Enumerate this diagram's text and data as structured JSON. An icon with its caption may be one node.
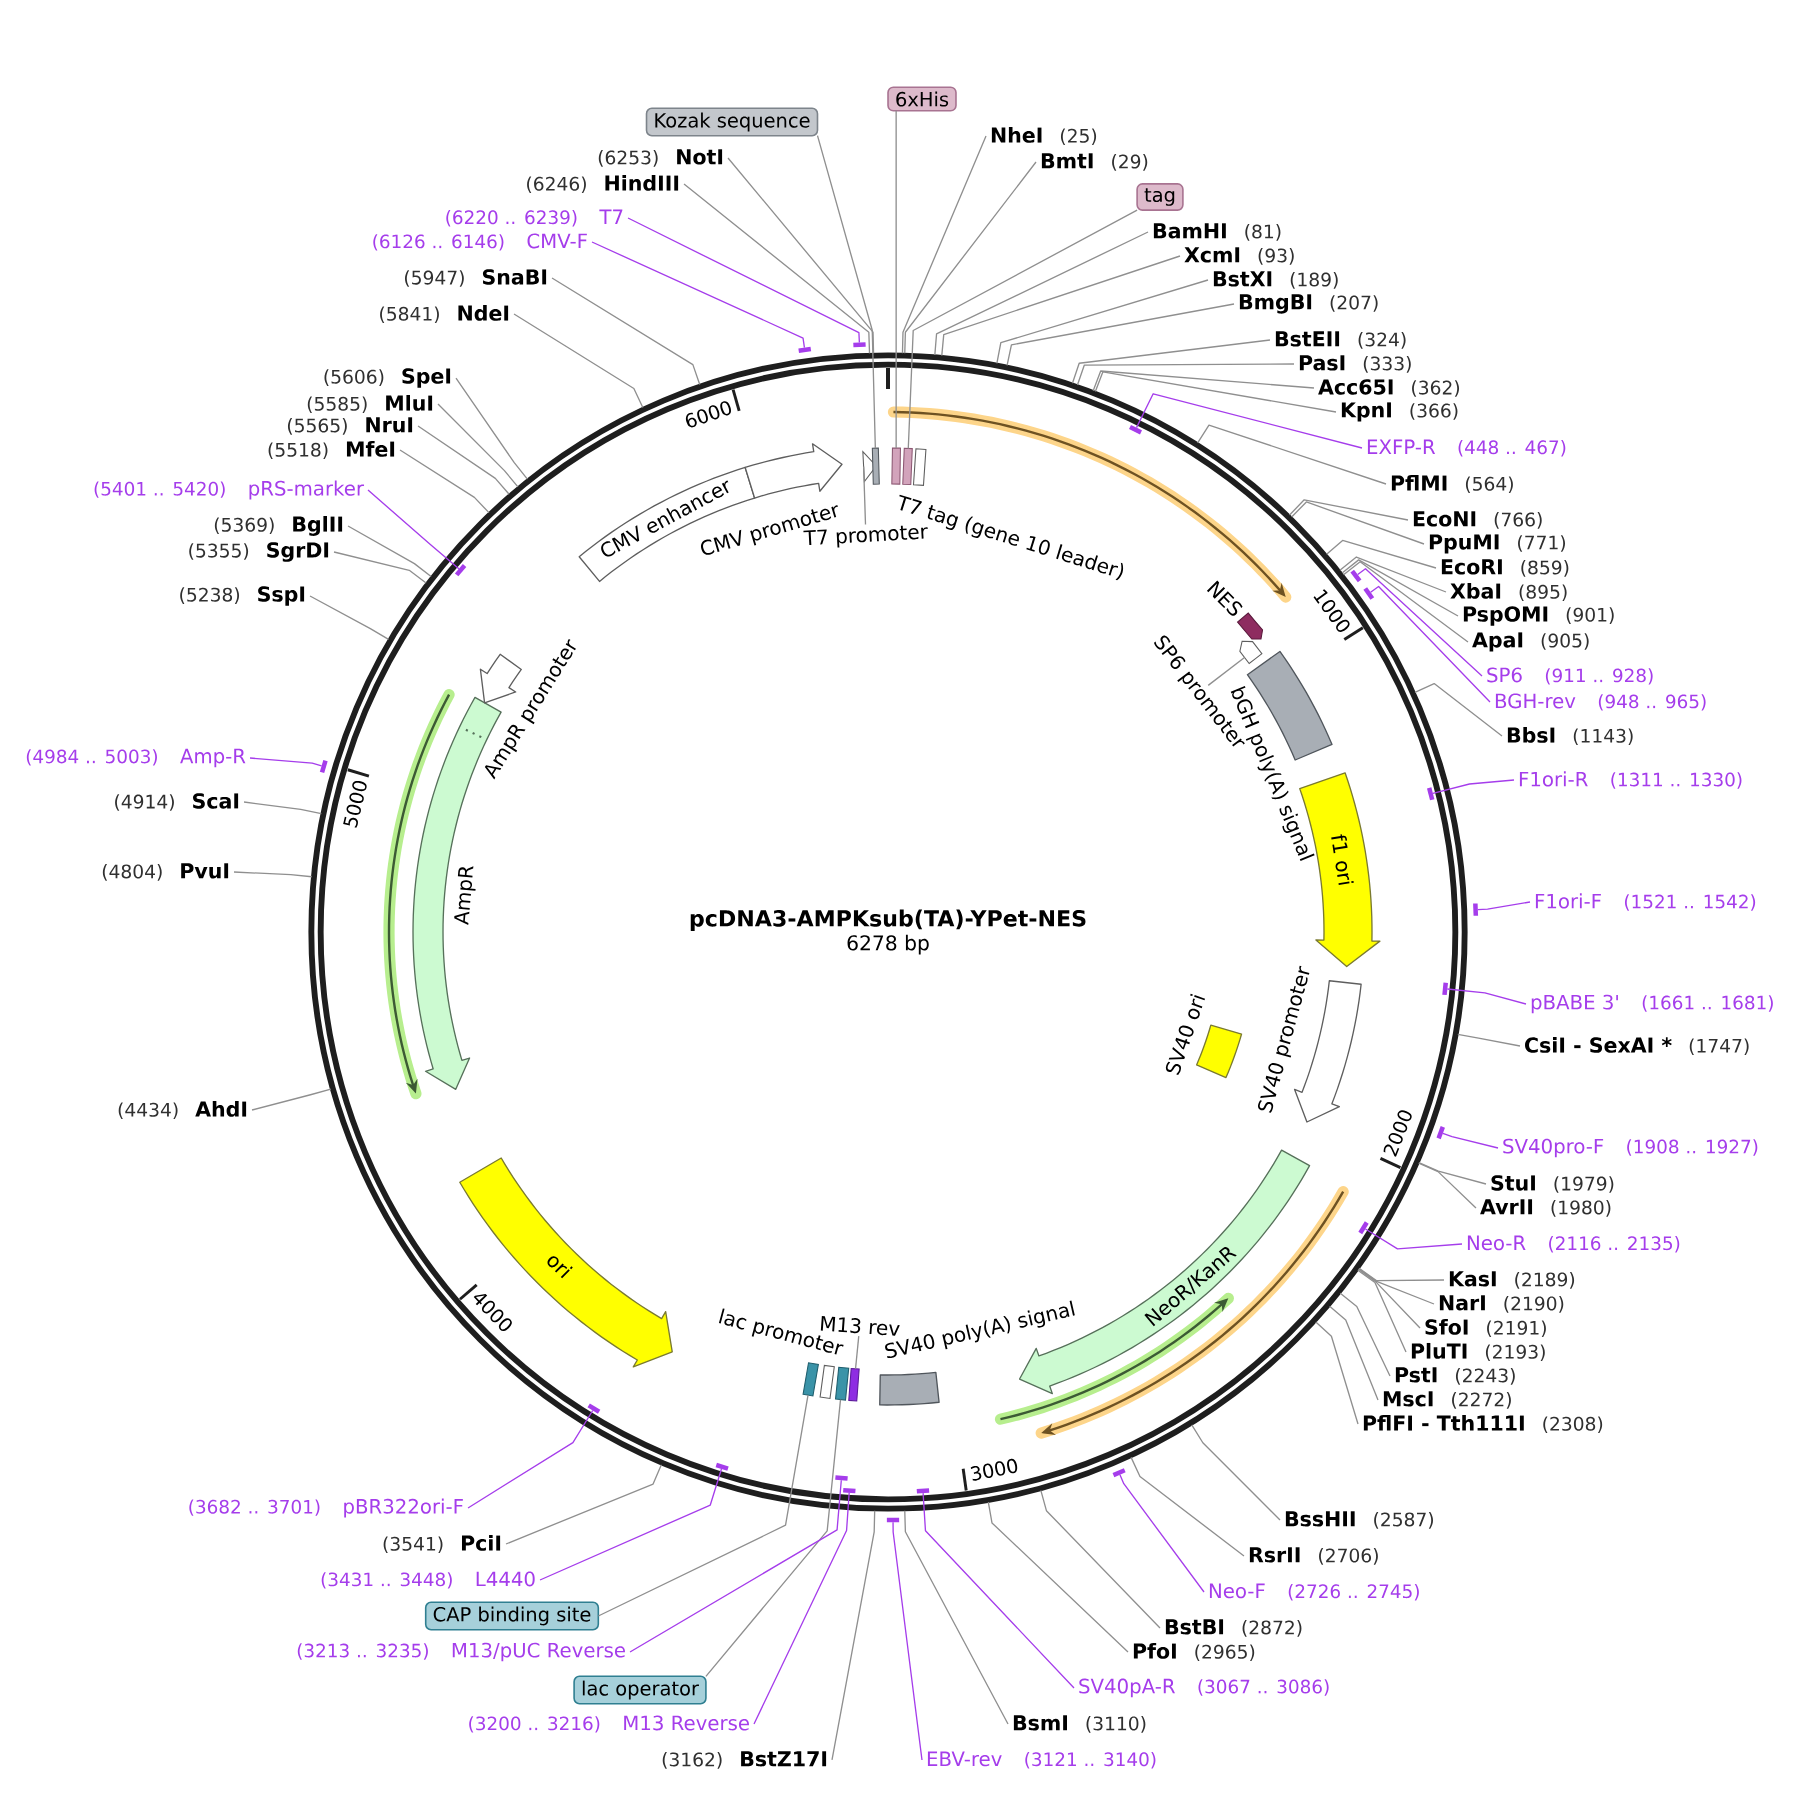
{
  "diagram": {
    "nodes": [
      {
        "text": [
          "pcDNA3-AMPKsub(TA)-YPet-NES",
          "6278 bp"
        ]
      },
      {
        "text": [
          "CMV enhancer"
        ],
        "in": 0
      },
      {
        "text": [
          "CMV promoter"
        ],
        "in": 0
      },
      {
        "text": [],
        "shape": "arrow",
        "in": 0
      },
      {
        "text": [],
        "shape": "box",
        "in": 0
      },
      {
        "text": [],
        "shape": "box",
        "in": 0
      },
      {
        "text": [],
        "shape": "box",
        "in": 0
      },
      {
        "text": [],
        "shape": "box",
        "beside": [
          "T7 tag (gene 10 leader)"
        ],
        "in": 0
      },
      {
        "text": [],
        "shape": "arrow",
        "beside": [
          "NES"
        ],
        "in": 0
      },
      {
        "text": [],
        "shape": "arrow",
        "in": 0
      },
      {
        "text": [
          "bGH poly(A) signal"
        ],
        "in": 0
      },
      {
        "text": [
          "f1 ori"
        ],
        "in": 0
      },
      {
        "text": [
          "SV40 promoter"
        ],
        "in": 0
      },
      {
        "text": [
          "SV40 ori"
        ],
        "in": 0
      },
      {
        "text": [
          "NeoR/KanR"
        ],
        "in": 0
      },
      {
        "text": [
          "SV40 poly(A) signal"
        ],
        "in": 0
      },
      {
        "text": [],
        "shape": "box",
        "in": 0
      },
      {
        "text": [],
        "shape": "box",
        "in": 0
      },
      {
        "text": [],
        "shape": "box",
        "beside": [
          "lac promoter"
        ],
        "in": 0
      },
      {
        "text": [],
        "shape": "box",
        "in": 0
      },
      {
        "text": [
          "ori"
        ],
        "in": 0
      },
      {
        "text": [
          "AmpR"
        ],
        "in": 0
      },
      {
        "text": [
          "AmpR promoter"
        ],
        "in": 0
      },
      {
        "text": [
          "T7 promoter"
        ],
        "in": 0
      },
      {
        "text": [
          "SP6 promoter"
        ],
        "in": 0
      },
      {
        "text": [
          "M13 rev"
        ],
        "in": 0
      },
      {
        "text": [
          "6xHis"
        ]
      },
      {
        "text": [
          "NheI",
          "(25)"
        ]
      },
      {
        "text": [
          "BmtI",
          "(29)"
        ]
      },
      {
        "text": [
          "tag"
        ]
      },
      {
        "text": [
          "BamHI",
          "(81)"
        ]
      },
      {
        "text": [
          "XcmI",
          "(93)"
        ]
      },
      {
        "text": [
          "BstXI",
          "(189)"
        ]
      },
      {
        "text": [
          "BmgBI",
          "(207)"
        ]
      },
      {
        "text": [
          "BstEII",
          "(324)"
        ]
      },
      {
        "text": [
          "PasI",
          "(333)"
        ]
      },
      {
        "text": [
          "Acc65I",
          "(362)"
        ]
      },
      {
        "text": [
          "KpnI",
          "(366)"
        ]
      },
      {
        "text": [
          "EXFP-R",
          "(448 .. 467)"
        ]
      },
      {
        "text": [
          "PflMI",
          "(564)"
        ]
      },
      {
        "text": [
          "EcoNI",
          "(766)"
        ]
      },
      {
        "text": [
          "PpuMI",
          "(771)"
        ]
      },
      {
        "text": [
          "EcoRI",
          "(859)"
        ]
      },
      {
        "text": [
          "XbaI",
          "(895)"
        ]
      },
      {
        "text": [
          "PspOMI",
          "(901)"
        ]
      },
      {
        "text": [
          "ApaI",
          "(905)"
        ]
      },
      {
        "text": [
          "SP6",
          "(911 .. 928)"
        ]
      },
      {
        "text": [
          "BGH-rev",
          "(948 .. 965)"
        ]
      },
      {
        "text": [
          "BbsI",
          "(1143)"
        ]
      },
      {
        "text": [
          "F1ori-R",
          "(1311 .. 1330)"
        ]
      },
      {
        "text": [
          "F1ori-F",
          "(1521 .. 1542)"
        ]
      },
      {
        "text": [
          "pBABE 3'",
          "(1661 .. 1681)"
        ]
      },
      {
        "text": [
          "CsiI - SexAI *",
          "(1747)"
        ]
      },
      {
        "text": [
          "SV40pro-F",
          "(1908 .. 1927)"
        ]
      },
      {
        "text": [
          "StuI",
          "(1979)"
        ]
      },
      {
        "text": [
          "AvrII",
          "(1980)"
        ]
      },
      {
        "text": [
          "Neo-R",
          "(2116 .. 2135)"
        ]
      },
      {
        "text": [
          "KasI",
          "(2189)"
        ]
      },
      {
        "text": [
          "NarI",
          "(2190)"
        ]
      },
      {
        "text": [
          "SfoI",
          "(2191)"
        ]
      },
      {
        "text": [
          "PluTI",
          "(2193)"
        ]
      },
      {
        "text": [
          "PstI",
          "(2243)"
        ]
      },
      {
        "text": [
          "MscI",
          "(2272)"
        ]
      },
      {
        "text": [
          "PflFI - Tth111I",
          "(2308)"
        ]
      },
      {
        "text": [
          "BssHII",
          "(2587)"
        ]
      },
      {
        "text": [
          "RsrII",
          "(2706)"
        ]
      },
      {
        "text": [
          "Neo-F",
          "(2726 .. 2745)"
        ]
      },
      {
        "text": [
          "BstBI",
          "(2872)"
        ]
      },
      {
        "text": [
          "PfoI",
          "(2965)"
        ]
      },
      {
        "text": [
          "SV40pA-R",
          "(3067 .. 3086)"
        ]
      },
      {
        "text": [
          "BsmI",
          "(3110)"
        ]
      },
      {
        "text": [
          "EBV-rev",
          "(3121 .. 3140)"
        ]
      },
      {
        "text": [
          "(3162)",
          "BstZ17I"
        ]
      },
      {
        "text": [
          "(3200 .. 3216)",
          "M13 Reverse"
        ]
      },
      {
        "text": [
          "lac operator"
        ]
      },
      {
        "text": [
          "(3213 .. 3235)",
          "M13/pUC Reverse"
        ]
      },
      {
        "text": [
          "CAP binding site"
        ]
      },
      {
        "text": [
          "(3431 .. 3448)",
          "L4440"
        ]
      },
      {
        "text": [
          "(3541)",
          "PciI"
        ]
      },
      {
        "text": [
          "(3682 .. 3701)",
          "pBR322ori-F"
        ]
      },
      {
        "text": [
          "(4434)",
          "AhdI"
        ]
      },
      {
        "text": [
          "(4804)",
          "PvuI"
        ]
      },
      {
        "text": [
          "(4914)",
          "ScaI"
        ]
      },
      {
        "text": [
          "(4984 .. 5003)",
          "Amp-R"
        ]
      },
      {
        "text": [
          "(5238)",
          "SspI"
        ]
      },
      {
        "text": [
          "(5355)",
          "SgrDI"
        ]
      },
      {
        "text": [
          "(5369)",
          "BglII"
        ]
      },
      {
        "text": [
          "(5401 .. 5420)",
          "pRS-marker"
        ]
      },
      {
        "text": [
          "(5518)",
          "MfeI"
        ]
      },
      {
        "text": [
          "(5565)",
          "NruI"
        ]
      },
      {
        "text": [
          "(5585)",
          "MluI"
        ]
      },
      {
        "text": [
          "(5606)",
          "SpeI"
        ]
      },
      {
        "text": [
          "(5841)",
          "NdeI"
        ]
      },
      {
        "text": [
          "(5947)",
          "SnaBI"
        ]
      },
      {
        "text": [
          "(6126 .. 6146)",
          "CMV-F"
        ]
      },
      {
        "text": [
          "(6220 .. 6239)",
          "T7"
        ]
      },
      {
        "text": [
          "(6246)",
          "HindIII"
        ]
      },
      {
        "text": [
          "(6253)",
          "NotI"
        ]
      },
      {
        "text": [
          "Kozak sequence"
        ]
      },
      {
        "text": [],
        "shape": "bar",
        "in": 0
      },
      {
        "text": [],
        "shape": "bar"
      },
      {
        "text": [],
        "shape": "bar"
      },
      {
        "text": [],
        "shape": "bar",
        "in": 0
      },
      {
        "text": [],
        "shape": "bar"
      },
      {
        "text": [],
        "shape": "bar",
        "in": 0
      },
      {
        "text": [],
        "shape": "bar"
      },
      {
        "text": [],
        "shape": "bar",
        "in": 0
      },
      {
        "text": [],
        "shape": "bar"
      },
      {
        "text": [],
        "shape": "bar",
        "in": 0
      },
      {
        "text": [],
        "shape": "bar"
      },
      {
        "text": [],
        "shape": "bar",
        "in": 0
      },
      {
        "text": [],
        "shape": "bar",
        "in": 0
      },
      {
        "text": [],
        "shape": "bar",
        "in": 0
      },
      {
        "text": [],
        "shape": "bar",
        "in": 0
      },
      {
        "text": [],
        "shape": "bar"
      },
      {
        "text": [],
        "shape": "bar",
        "in": 0
      },
      {
        "text": [],
        "shape": "bar"
      },
      {
        "text": [],
        "shape": "bar"
      }
    ],
    "edges": [
      {
        "from": 23,
        "to": 3,
        "arrow": "none"
      },
      {
        "from": 24,
        "to": 9,
        "arrow": "none"
      },
      {
        "from": 25,
        "to": 16,
        "arrow": "none"
      },
      {
        "from": 26,
        "to": 5,
        "arrow": "none"
      },
      {
        "from": 27,
        "to": 0,
        "arrow": "none"
      },
      {
        "from": 28,
        "to": 0,
        "arrow": "none"
      },
      {
        "from": 29,
        "to": 6,
        "arrow": "none"
      },
      {
        "from": 30,
        "to": 0,
        "arrow": "none"
      },
      {
        "from": 31,
        "to": 0,
        "arrow": "none"
      },
      {
        "from": 32,
        "to": 0,
        "arrow": "none"
      },
      {
        "from": 33,
        "to": 0,
        "arrow": "none"
      },
      {
        "from": 34,
        "to": 0,
        "arrow": "none"
      },
      {
        "from": 35,
        "to": 0,
        "arrow": "none"
      },
      {
        "from": 36,
        "to": 0,
        "arrow": "none"
      },
      {
        "from": 37,
        "to": 0,
        "arrow": "none"
      },
      {
        "from": 38,
        "to": 99,
        "arrow": "none",
        "color": "#a53deb"
      },
      {
        "from": 39,
        "to": 0,
        "arrow": "none"
      },
      {
        "from": 40,
        "to": 0,
        "arrow": "none"
      },
      {
        "from": 41,
        "to": 0,
        "arrow": "none"
      },
      {
        "from": 42,
        "to": 0,
        "arrow": "none"
      },
      {
        "from": 43,
        "to": 0,
        "arrow": "none"
      },
      {
        "from": 44,
        "to": 0,
        "arrow": "none"
      },
      {
        "from": 45,
        "to": 0,
        "arrow": "none"
      },
      {
        "from": 46,
        "to": 100,
        "arrow": "none",
        "color": "#a53deb"
      },
      {
        "from": 47,
        "to": 101,
        "arrow": "none",
        "color": "#a53deb"
      },
      {
        "from": 48,
        "to": 0,
        "arrow": "none"
      },
      {
        "from": 49,
        "to": 102,
        "arrow": "none",
        "color": "#a53deb"
      },
      {
        "from": 50,
        "to": 103,
        "arrow": "none",
        "color": "#a53deb"
      },
      {
        "from": 51,
        "to": 104,
        "arrow": "none",
        "color": "#a53deb"
      },
      {
        "from": 52,
        "to": 0,
        "arrow": "none"
      },
      {
        "from": 53,
        "to": 105,
        "arrow": "none",
        "color": "#a53deb"
      },
      {
        "from": 54,
        "to": 0,
        "arrow": "none"
      },
      {
        "from": 55,
        "to": 0,
        "arrow": "none"
      },
      {
        "from": 56,
        "to": 106,
        "arrow": "none",
        "color": "#a53deb"
      },
      {
        "from": 57,
        "to": 0,
        "arrow": "none"
      },
      {
        "from": 58,
        "to": 0,
        "arrow": "none"
      },
      {
        "from": 59,
        "to": 0,
        "arrow": "none"
      },
      {
        "from": 60,
        "to": 0,
        "arrow": "none"
      },
      {
        "from": 61,
        "to": 0,
        "arrow": "none"
      },
      {
        "from": 62,
        "to": 0,
        "arrow": "none"
      },
      {
        "from": 63,
        "to": 0,
        "arrow": "none"
      },
      {
        "from": 64,
        "to": 0,
        "arrow": "none"
      },
      {
        "from": 65,
        "to": 0,
        "arrow": "none"
      },
      {
        "from": 66,
        "to": 107,
        "arrow": "none",
        "color": "#a53deb"
      },
      {
        "from": 67,
        "to": 0,
        "arrow": "none"
      },
      {
        "from": 68,
        "to": 0,
        "arrow": "none"
      },
      {
        "from": 69,
        "to": 108,
        "arrow": "none",
        "color": "#a53deb"
      },
      {
        "from": 70,
        "to": 0,
        "arrow": "none"
      },
      {
        "from": 71,
        "to": 109,
        "arrow": "none",
        "color": "#a53deb"
      },
      {
        "from": 72,
        "to": 0,
        "arrow": "none"
      },
      {
        "from": 73,
        "to": 110,
        "arrow": "none",
        "color": "#a53deb"
      },
      {
        "from": 74,
        "to": 17,
        "arrow": "none"
      },
      {
        "from": 75,
        "to": 111,
        "arrow": "none",
        "color": "#a53deb"
      },
      {
        "from": 76,
        "to": 19,
        "arrow": "none"
      },
      {
        "from": 77,
        "to": 112,
        "arrow": "none",
        "color": "#a53deb"
      },
      {
        "from": 78,
        "to": 0,
        "arrow": "none"
      },
      {
        "from": 79,
        "to": 113,
        "arrow": "none",
        "color": "#a53deb"
      },
      {
        "from": 80,
        "to": 0,
        "arrow": "none"
      },
      {
        "from": 81,
        "to": 0,
        "arrow": "none"
      },
      {
        "from": 82,
        "to": 0,
        "arrow": "none"
      },
      {
        "from": 83,
        "to": 114,
        "arrow": "none",
        "color": "#a53deb"
      },
      {
        "from": 84,
        "to": 0,
        "arrow": "none"
      },
      {
        "from": 85,
        "to": 0,
        "arrow": "none"
      },
      {
        "from": 86,
        "to": 0,
        "arrow": "none"
      },
      {
        "from": 87,
        "to": 115,
        "arrow": "none",
        "color": "#a53deb"
      },
      {
        "from": 88,
        "to": 0,
        "arrow": "none"
      },
      {
        "from": 89,
        "to": 0,
        "arrow": "none"
      },
      {
        "from": 90,
        "to": 0,
        "arrow": "none"
      },
      {
        "from": 91,
        "to": 0,
        "arrow": "none"
      },
      {
        "from": 92,
        "to": 0,
        "arrow": "none"
      },
      {
        "from": 93,
        "to": 0,
        "arrow": "none"
      },
      {
        "from": 94,
        "to": 116,
        "arrow": "none",
        "color": "#a53deb"
      },
      {
        "from": 95,
        "to": 117,
        "arrow": "none",
        "color": "#a53deb"
      },
      {
        "from": 96,
        "to": 0,
        "arrow": "none"
      },
      {
        "from": 97,
        "to": 0,
        "arrow": "none"
      },
      {
        "from": 98,
        "to": 4,
        "arrow": "none"
      }
    ],
    "labels": [
      "1000",
      "2000",
      "3000",
      "4000",
      "5000",
      "6000"
    ]
  }
}
